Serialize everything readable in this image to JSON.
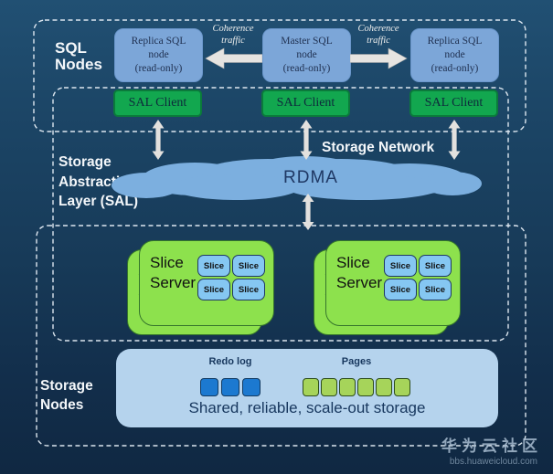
{
  "diagram": {
    "regions": {
      "sql_nodes": {
        "label": "SQL\nNodes"
      },
      "sal": {
        "label": "Storage\nAbstraction\nLayer (SAL)"
      },
      "storage_nodes": {
        "label": "Storage\nNodes"
      }
    },
    "sql_row": {
      "nodes": [
        {
          "text": "Replica SQL\nnode\n(read-only)"
        },
        {
          "text": "Master  SQL\nnode\n(read-only)"
        },
        {
          "text": "Replica SQL\nnode\n(read-only)"
        }
      ],
      "coherence_left": "Coherence\ntraffic",
      "coherence_right": "Coherence\ntraffic"
    },
    "sal_clients": [
      "SAL Client",
      "SAL Client",
      "SAL Client"
    ],
    "network": {
      "label": "Storage Network",
      "cloud_text": "RDMA"
    },
    "slice_servers": {
      "title": "Slice\nServer",
      "chip_label": "Slice",
      "server_count": 2,
      "chips_per_server": 4
    },
    "storage_box": {
      "redo_label": "Redo log",
      "redo_segments": 3,
      "pages_label": "Pages",
      "page_segments": 6,
      "caption": "Shared, reliable, scale-out storage"
    },
    "watermark": {
      "title": "华为云社区",
      "url": "bbs.huaweicloud.com"
    },
    "colors": {
      "background_top": "#215073",
      "background_bottom": "#102842",
      "sql_node_blue": "#7ca6d8",
      "sal_client_green": "#12a74f",
      "cloud_blue": "#7cafdf",
      "slice_server_green": "#8de14d",
      "slice_chip_blue": "#85c7f2",
      "storage_box_blue": "#b5d3ed",
      "redo_square_blue": "#1c79d0",
      "page_square_green": "#a6d45a",
      "arrow_gray": "#e6e4e1",
      "dashed_border_white": "#e8f0f8"
    }
  }
}
